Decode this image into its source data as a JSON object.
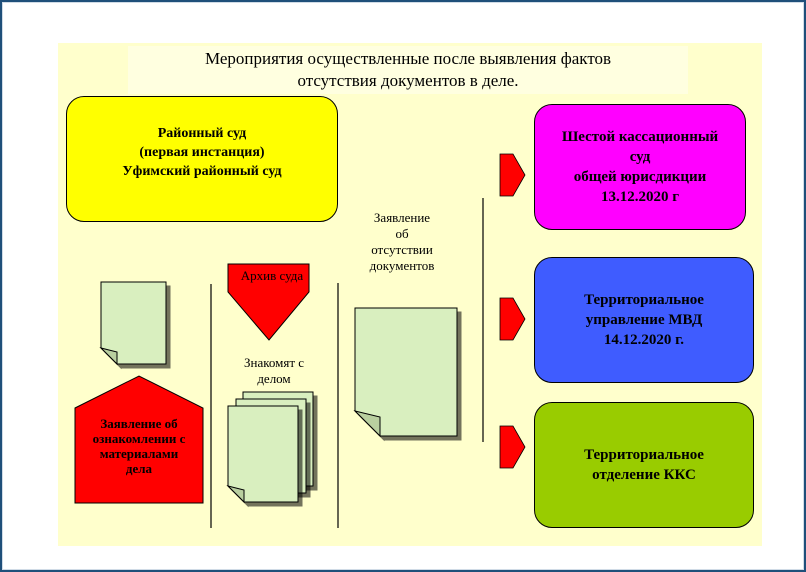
{
  "title": "Мероприятия  осуществленные после выявления фактов\nотсутствия документов в деле.",
  "district_court": {
    "text": "Районный суд\n(первая инстанция)\nУфимский районный суд"
  },
  "application_familiarization": {
    "text": "Заявление об\nознакомлении с\nматериалами\nдела"
  },
  "court_archive": {
    "text": "Архив суда"
  },
  "familiarize_with_case": {
    "text": "Знакомят с\nделом"
  },
  "application_absence": {
    "text": "Заявление\nоб\nотсутствии\nдокументов"
  },
  "cassation_court": {
    "text": "Шестой кассационный\nсуд\nобщей юрисдикции\n13.12.2020 г"
  },
  "mvd": {
    "text": "Территориальное\nуправление МВД\n14.12.2020 г."
  },
  "kks": {
    "text": "Территориальное\nотделение ККС"
  },
  "colors": {
    "background": "#ffffcc",
    "court": "#ffff00",
    "cassation": "#ff00ff",
    "mvd": "#3f5cff",
    "kks": "#99cc00",
    "arrows": "#ff0000",
    "documents": "#d9efbf"
  }
}
